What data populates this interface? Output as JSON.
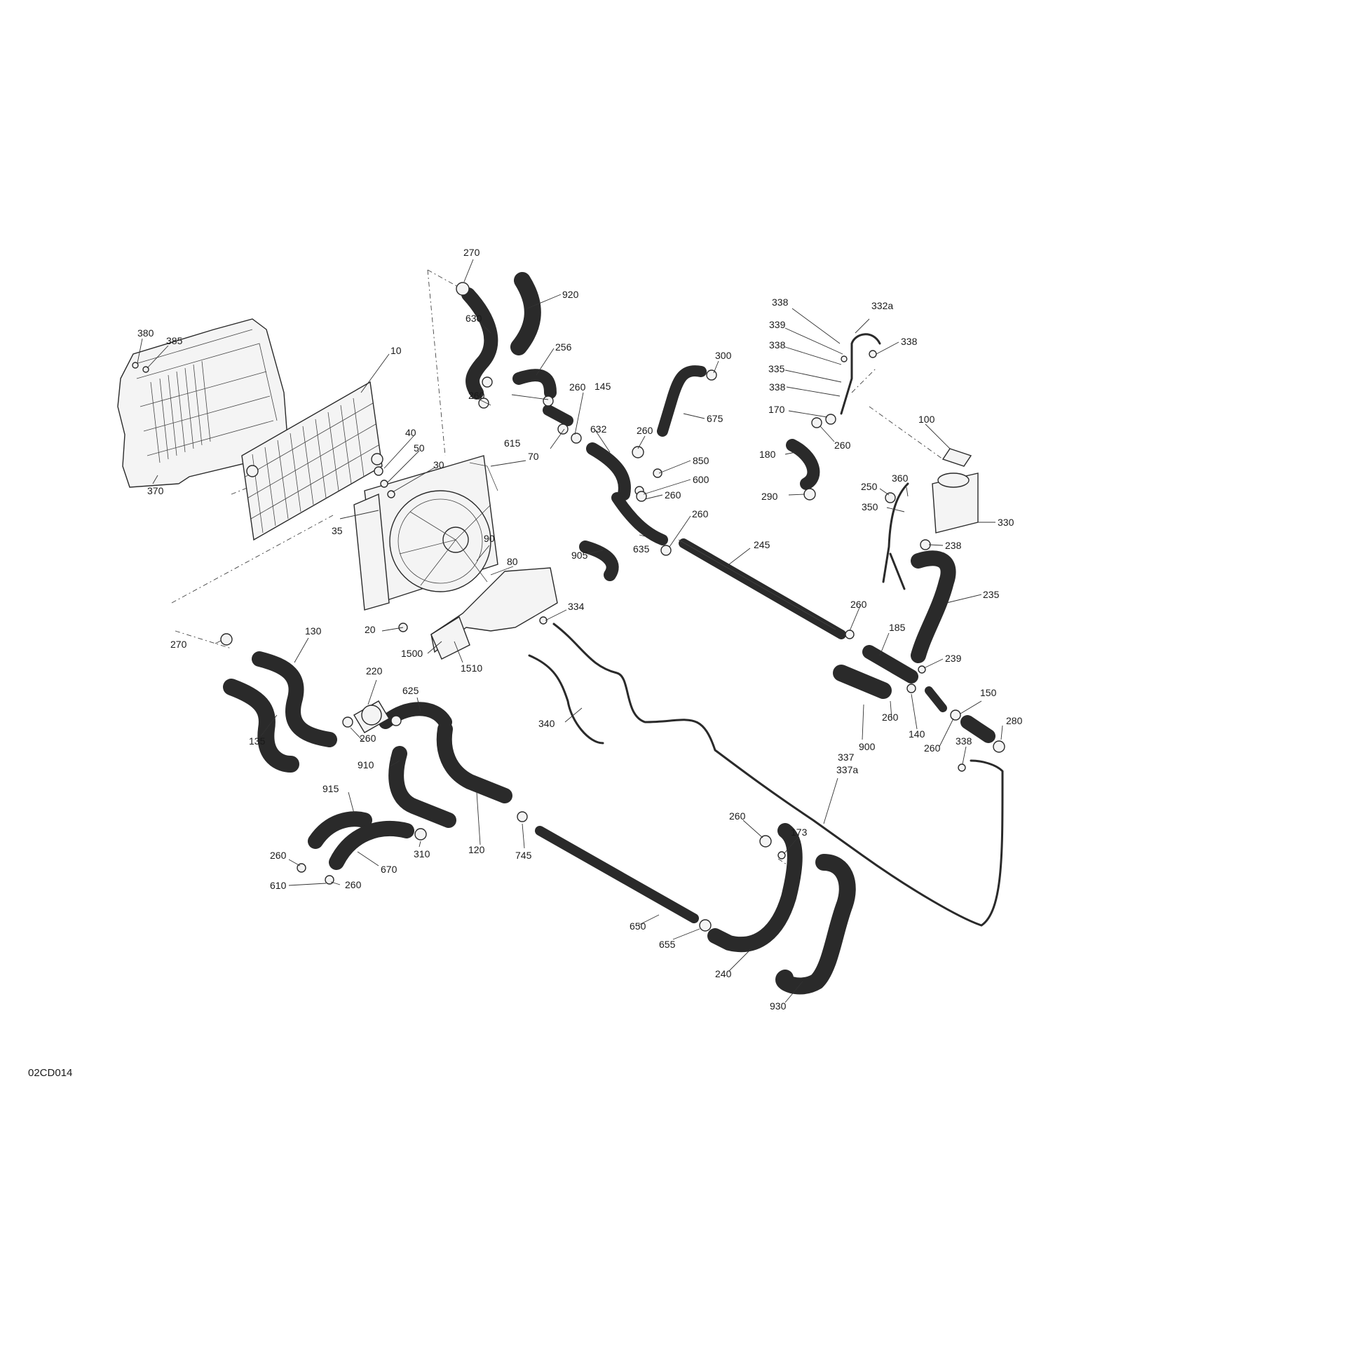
{
  "figure_code": "02CD014",
  "labels": {
    "l380": "380",
    "l385": "385",
    "l10": "10",
    "l370": "370",
    "l270a": "270",
    "l920": "920",
    "l630": "630",
    "l256": "256",
    "l260a": "260",
    "l260b": "260",
    "l145": "145",
    "l615": "615",
    "l632": "632",
    "l260c": "260",
    "l850": "850",
    "l600": "600",
    "l260d": "260",
    "l260e": "260",
    "l300": "300",
    "l675": "675",
    "l905": "905",
    "l635": "635",
    "l40": "40",
    "l50": "50",
    "l30": "30",
    "l70": "70",
    "l35": "35",
    "l90": "90",
    "l80": "80",
    "l334": "334",
    "l20": "20",
    "l1500": "1500",
    "l1510": "1510",
    "l338a": "338",
    "l332a": "332a",
    "l339": "339",
    "l338b": "338",
    "l338c": "338",
    "l335": "335",
    "l338d": "338",
    "l170": "170",
    "l260f": "260",
    "l180": "180",
    "l100": "100",
    "l290": "290",
    "l250": "250",
    "l360": "360",
    "l350": "350",
    "l330": "330",
    "l238": "238",
    "l245": "245",
    "l235": "235",
    "l260g": "260",
    "l185": "185",
    "l239": "239",
    "l150": "150",
    "l280": "280",
    "l140": "140",
    "l260h": "260",
    "l260i": "260",
    "l900": "900",
    "l338e": "338",
    "l337": "337",
    "l337a": "337a",
    "l270b": "270",
    "l130": "130",
    "l220": "220",
    "l625": "625",
    "l135": "135",
    "l260j": "260",
    "l340": "340",
    "l910": "910",
    "l915": "915",
    "l120": "120",
    "l745": "745",
    "l310": "310",
    "l670": "670",
    "l260k": "260",
    "l260l": "260",
    "l610": "610",
    "l260m": "260",
    "l173": "173",
    "l650": "650",
    "l655": "655",
    "l240": "240",
    "l930": "930"
  }
}
